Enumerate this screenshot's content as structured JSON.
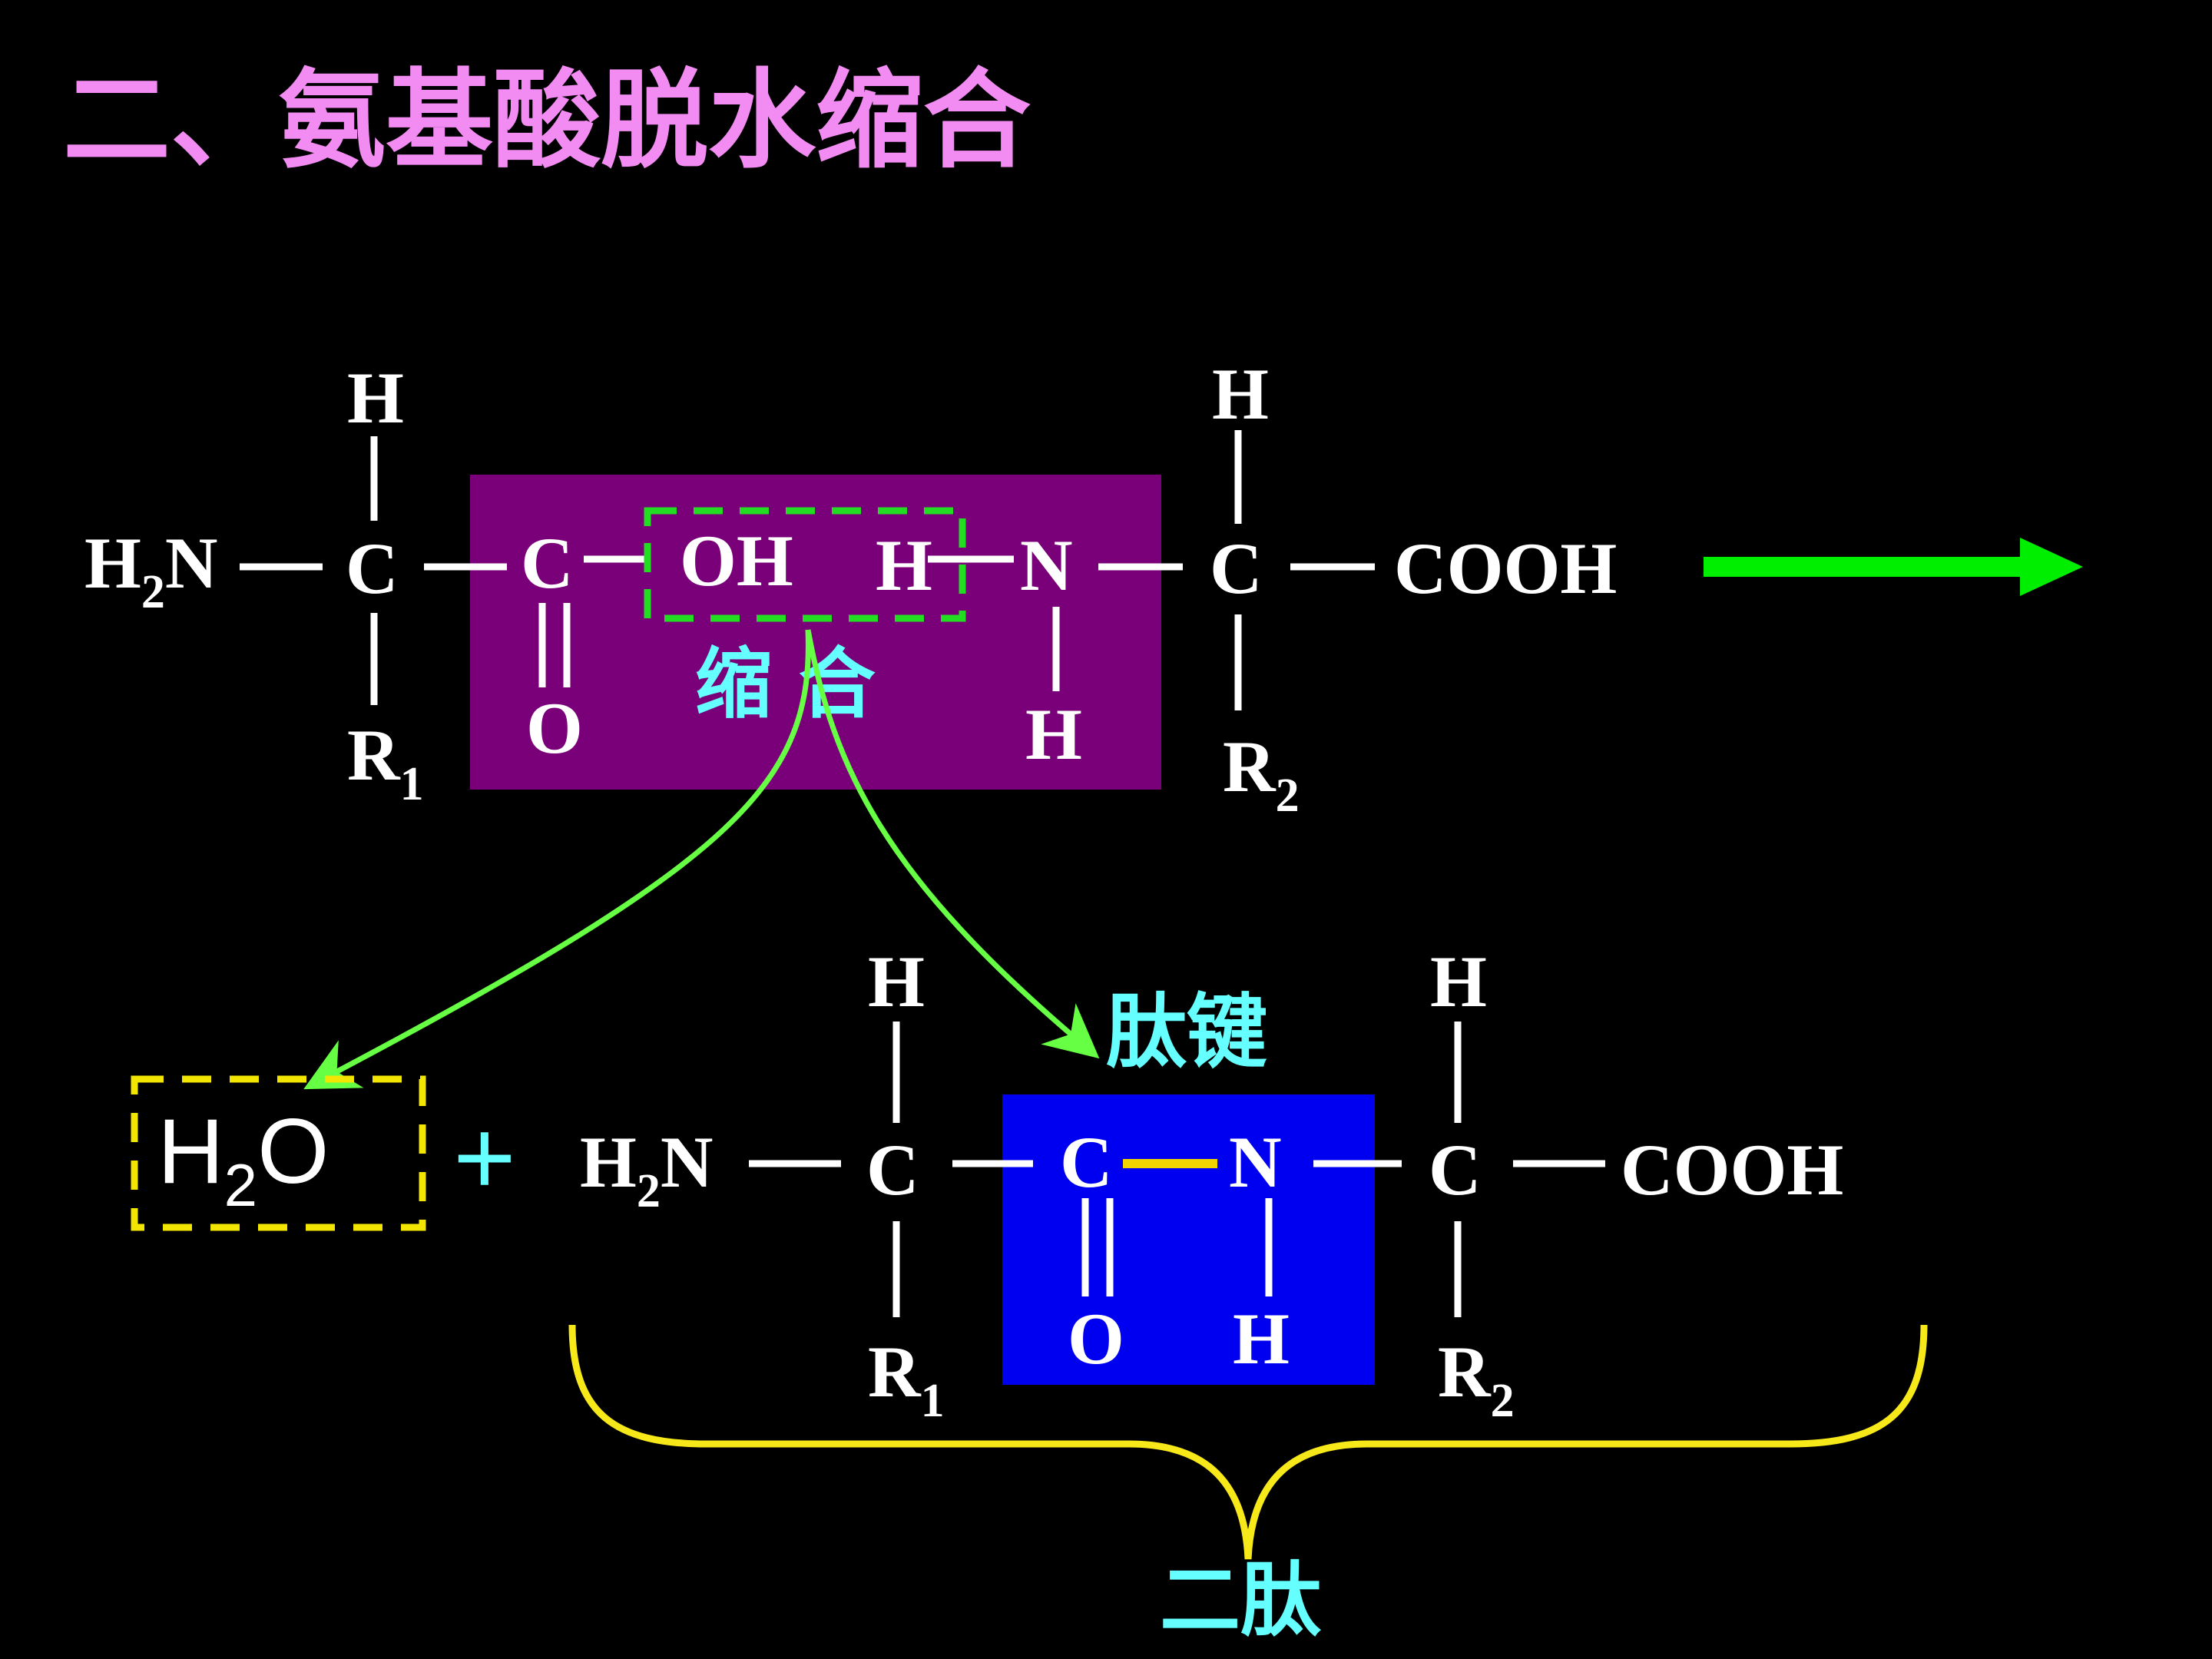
{
  "title": "二、氨基酸脱水缩合",
  "colors": {
    "background": "#000000",
    "title": "#f28cf2",
    "atom_text": "#ffffff",
    "purple_box": "#7a0079",
    "blue_box": "#0000f0",
    "dashed_green": "#22dd22",
    "dashed_yellow": "#f2e600",
    "arrow_green": "#66ff44",
    "reaction_arrow": "#00ee00",
    "cyan_label": "#66ffff",
    "brace_yellow": "#f7e81a",
    "peptide_bond": "#f2d400"
  },
  "reactants": {
    "aa1": {
      "h2n": "H",
      "h2n_sub": "2",
      "h2n_n": "N",
      "alpha_c": "C",
      "alpha_h": "H",
      "r": "R",
      "r_sub": "1",
      "carbonyl_c": "C",
      "carbonyl_o": "O",
      "oh": "OH"
    },
    "aa2": {
      "amine_h": "H",
      "amine_n": "N",
      "amine_h_bottom": "H",
      "alpha_c": "C",
      "alpha_h": "H",
      "r": "R",
      "r_sub": "2",
      "cooh": "COOH"
    },
    "condensation_label": "缩 合"
  },
  "products": {
    "water": {
      "h": "H",
      "sub": "2",
      "o": "O"
    },
    "plus": "+",
    "dipeptide": {
      "h2n": "H",
      "h2n_sub": "2",
      "h2n_n": "N",
      "c1": "C",
      "h1": "H",
      "r1": "R",
      "r1_sub": "1",
      "c_carbonyl": "C",
      "o": "O",
      "n": "N",
      "nh": "H",
      "c2": "C",
      "h2": "H",
      "r2": "R",
      "r2_sub": "2",
      "cooh": "COOH"
    },
    "peptide_bond_label": "肽键",
    "dipeptide_label": "二肽"
  }
}
